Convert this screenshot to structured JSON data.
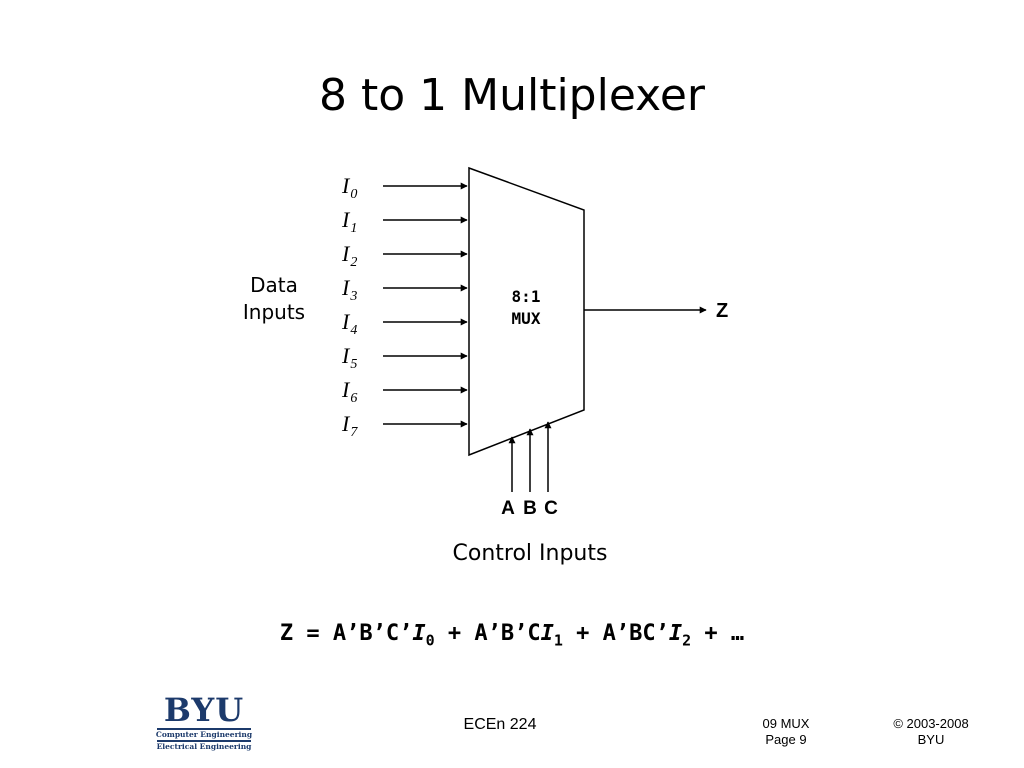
{
  "title": "8 to 1 Multiplexer",
  "mux": {
    "label_line1": "8:1",
    "label_line2": "MUX",
    "data_inputs_label_line1": "Data",
    "data_inputs_label_line2": "Inputs",
    "inputs": [
      {
        "letter": "I",
        "sub": "0"
      },
      {
        "letter": "I",
        "sub": "1"
      },
      {
        "letter": "I",
        "sub": "2"
      },
      {
        "letter": "I",
        "sub": "3"
      },
      {
        "letter": "I",
        "sub": "4"
      },
      {
        "letter": "I",
        "sub": "5"
      },
      {
        "letter": "I",
        "sub": "6"
      },
      {
        "letter": "I",
        "sub": "7"
      }
    ],
    "output_label": "Z",
    "select_labels": [
      "A",
      "B",
      "C"
    ],
    "control_inputs_label": "Control Inputs"
  },
  "equation": {
    "lhs": "Z = A’B’C’",
    "t0_letter": "I",
    "t0_sub": "0",
    "op1": " + A’B’C",
    "t1_letter": "I",
    "t1_sub": "1",
    "op2": " + A’BC’",
    "t2_letter": "I",
    "t2_sub": "2",
    "tail": " + …"
  },
  "footer": {
    "logo_text": "BYU",
    "logo_sub1": "Computer Engineering",
    "logo_sub2": "Electrical Engineering",
    "course": "ECEn 224",
    "lecture": "09 MUX",
    "page": "Page 9",
    "copyright": "© 2003-2008",
    "org": "BYU"
  },
  "colors": {
    "logo": "#1c3a6b",
    "line": "#000000"
  }
}
